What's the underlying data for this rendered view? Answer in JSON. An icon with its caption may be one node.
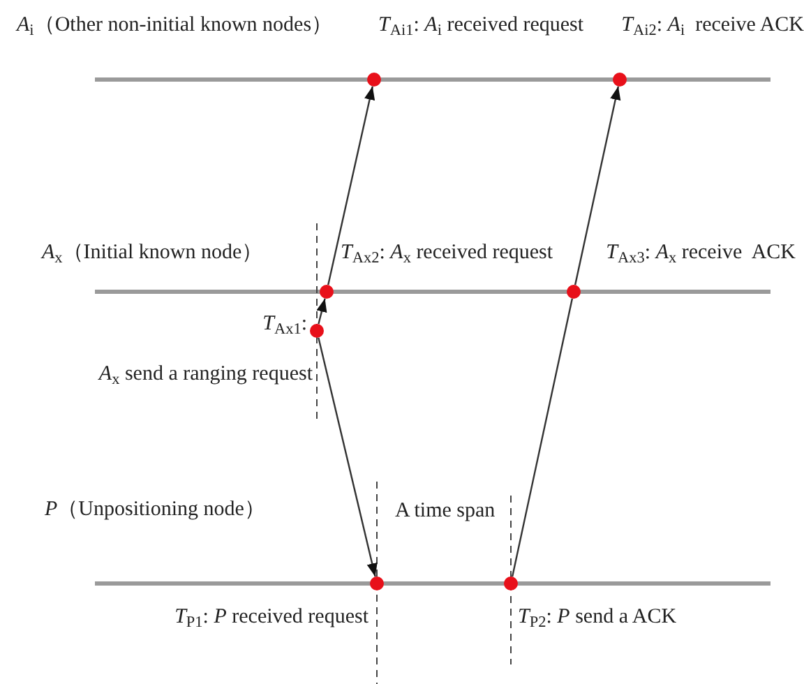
{
  "diagram": {
    "nodes": [
      {
        "text": [],
        "shape": "circle",
        "beside": [
          "*T*$_{Ax1}$:",
          "*A*$_{x}$ send a ranging request"
        ]
      },
      {
        "text": [],
        "shape": "circle",
        "beside": [
          "*T*$_{Ai1}$: *A*$_{i}$ received request"
        ]
      },
      {
        "text": [],
        "shape": "circle",
        "beside": [
          "*T*$_{Ax2}$: *A*$_{x}$ received request"
        ]
      },
      {
        "text": [],
        "shape": "circle",
        "beside": [
          "*T*$_{P1}$: *P* received request"
        ]
      },
      {
        "text": [],
        "shape": "circle",
        "beside": [
          "*T*$_{P2}$: *P* send a ACK"
        ]
      },
      {
        "text": [],
        "shape": "circle",
        "beside": [
          "*T*$_{Ax3}$: *A*$_{x}$ receive  ACK"
        ]
      },
      {
        "text": [],
        "shape": "circle",
        "beside": [
          "*T*$_{Ai2}$: *A*$_{i}$  receive ACK"
        ]
      }
    ],
    "edges": [
      {
        "from": 0,
        "to": 3,
        "arrow": "to"
      },
      {
        "from": 0,
        "to": 2,
        "arrow": "to"
      },
      {
        "from": 2,
        "to": 1,
        "arrow": "to"
      },
      {
        "from": 4,
        "to": 5,
        "arrow": "none"
      },
      {
        "from": 5,
        "to": 6,
        "arrow": "to"
      }
    ],
    "labels": [
      "*A*$_{i}$（Other non-initial known nodes）",
      "*A*$_{x}$（Initial known node）",
      "*P*（Unpositioning node）",
      "A time span"
    ]
  }
}
